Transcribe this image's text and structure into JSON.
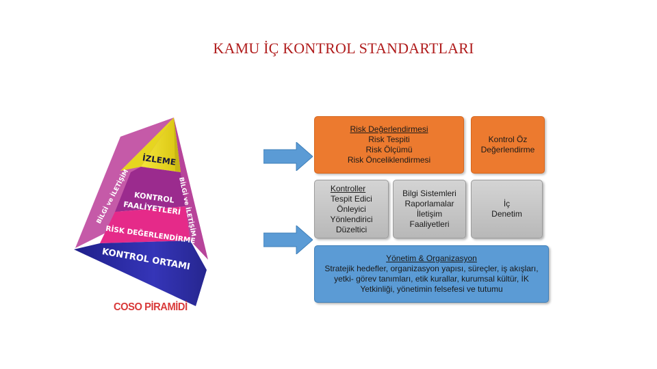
{
  "title": "KAMU İÇ KONTROL STANDARTLARI",
  "pyramid": {
    "levels": {
      "izleme": "İZLEME",
      "kontrol_faaliyetleri_1": "KONTROL",
      "kontrol_faaliyetleri_2": "FAALİYETLERİ",
      "risk": "RİSK DEĞERLENDİRME",
      "kontrol_ortami": "KONTROL ORTAMI"
    },
    "side_left": "BİLGİ ve İLETİŞİM",
    "side_right": "BİLGİ ve İLETİŞİM",
    "caption": "COSO PİRAMİDİ",
    "colors": {
      "izleme": "#e8d81e",
      "kontrol": "#9c2a8c",
      "risk": "#e62a8a",
      "ortam": "#2a2aa0",
      "side": "#c24fa0"
    }
  },
  "boxes": {
    "risk": {
      "heading": "Risk Değerlendirmesi",
      "lines": [
        "Risk Tespiti",
        "Risk Ölçümü",
        "Risk Önceliklendirmesi"
      ]
    },
    "kontrol_oz": {
      "lines": [
        "Kontrol Öz",
        "Değerlendirme"
      ]
    },
    "kontroller": {
      "heading": "Kontroller",
      "lines": [
        "Tespit Edici",
        "Önleyici",
        "Yönlendirici",
        "Düzeltici"
      ]
    },
    "bilgi": {
      "lines": [
        "Bilgi Sistemleri",
        "Raporlamalar",
        "İletişim",
        "Faaliyetleri"
      ]
    },
    "ic_denetim": {
      "lines": [
        "İç",
        "Denetim"
      ]
    },
    "yonetim": {
      "heading": "Yönetim & Organizasyon",
      "lines": [
        "Stratejik hedefler, organizasyon yapısı, süreçler, iş akışları,",
        "yetki- görev tanımları, etik kurallar, kurumsal kültür, İK",
        "Yetkinliği,  yönetimin felsefesi ve tutumu"
      ]
    }
  }
}
